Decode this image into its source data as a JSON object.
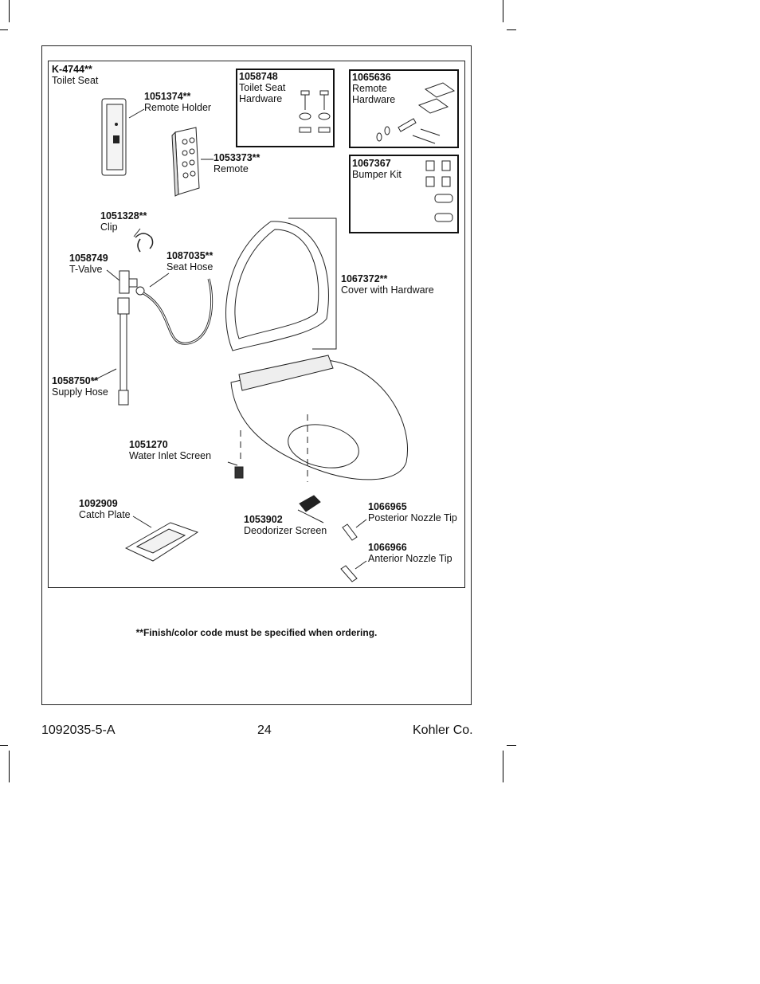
{
  "parts": [
    {
      "id": "toilet-seat",
      "number": "K-4744**",
      "name": "Toilet Seat"
    },
    {
      "id": "remote-holder",
      "number": "1051374**",
      "name": "Remote Holder"
    },
    {
      "id": "toilet-seat-hardware",
      "number": "1058748",
      "name": "Toilet Seat Hardware"
    },
    {
      "id": "remote-hardware",
      "number": "1065636",
      "name": "Remote Hardware"
    },
    {
      "id": "remote",
      "number": "1053373**",
      "name": "Remote"
    },
    {
      "id": "bumper-kit",
      "number": "1067367",
      "name": "Bumper Kit"
    },
    {
      "id": "clip",
      "number": "1051328**",
      "name": "Clip"
    },
    {
      "id": "t-valve",
      "number": "1058749",
      "name": "T-Valve"
    },
    {
      "id": "seat-hose",
      "number": "1087035**",
      "name": "Seat Hose"
    },
    {
      "id": "cover-with-hardware",
      "number": "1067372**",
      "name": "Cover with Hardware"
    },
    {
      "id": "supply-hose",
      "number": "1058750**",
      "name": "Supply Hose"
    },
    {
      "id": "water-inlet-screen",
      "number": "1051270",
      "name": "Water Inlet Screen"
    },
    {
      "id": "catch-plate",
      "number": "1092909",
      "name": "Catch Plate"
    },
    {
      "id": "deodorizer-screen",
      "number": "1053902",
      "name": "Deodorizer Screen"
    },
    {
      "id": "posterior-nozzle-tip",
      "number": "1066965",
      "name": "Posterior Nozzle Tip"
    },
    {
      "id": "anterior-nozzle-tip",
      "number": "1066966",
      "name": "Anterior Nozzle Tip"
    }
  ],
  "footnote": "**Finish/color code must be specified when ordering.",
  "footer": {
    "doc_number": "1092035-5-A",
    "page_number": "24",
    "company": "Kohler Co."
  }
}
